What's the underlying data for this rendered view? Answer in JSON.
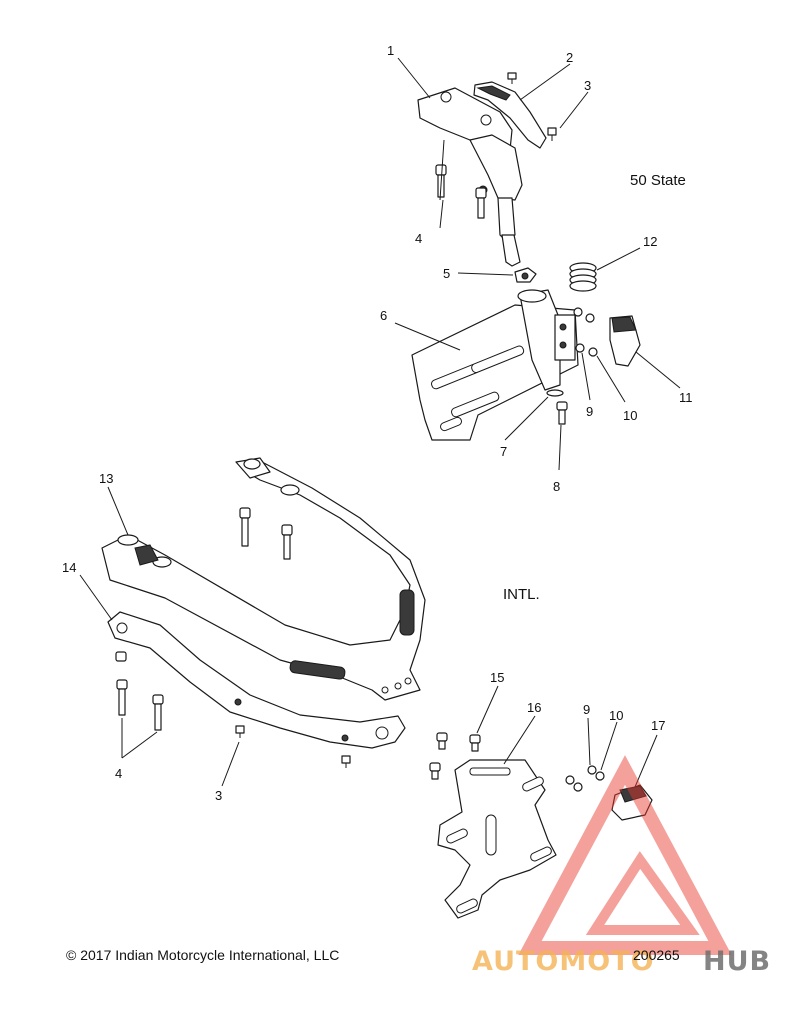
{
  "section_labels": {
    "fifty_state": "50 State",
    "intl": "INTL."
  },
  "callouts": [
    "1",
    "2",
    "3",
    "4",
    "5",
    "6",
    "7",
    "8",
    "9",
    "10",
    "11",
    "12",
    "13",
    "14",
    "4",
    "3",
    "15",
    "16",
    "9",
    "10",
    "17"
  ],
  "footer": {
    "copyright": "© 2017 Indian Motorcycle International, LLC",
    "diagram_number": "200265"
  },
  "watermark": {
    "text_part1": "AUTOMOTO",
    "text_part2": "HUB",
    "color_primary": "#e8342c",
    "color_secondary": "#f2a63a",
    "color_dark": "#555555"
  }
}
